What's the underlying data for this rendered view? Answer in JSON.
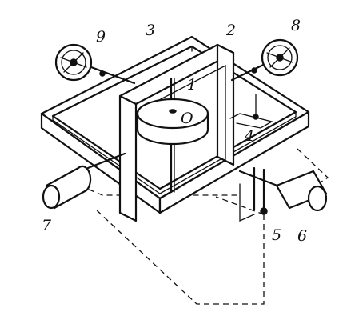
{
  "labels": {
    "n1": "1",
    "n2": "2",
    "n3": "3",
    "n4": "4",
    "n5": "5",
    "n6": "6",
    "n7": "7",
    "n8": "8",
    "n9": "9",
    "center": "O"
  },
  "colors": {
    "ink": "#111111",
    "paper": "#ffffff"
  }
}
